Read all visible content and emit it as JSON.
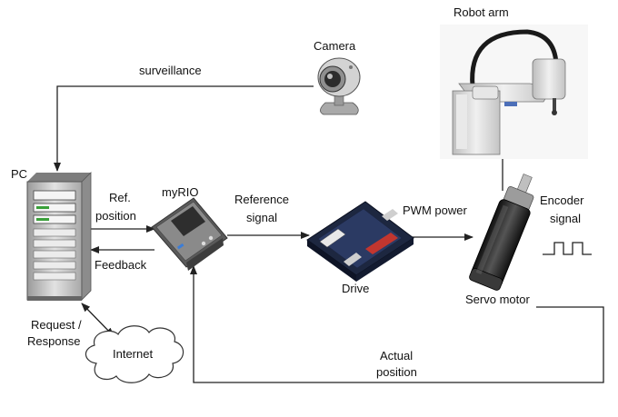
{
  "labels": {
    "robot_arm": "Robot arm",
    "camera": "Camera",
    "surveillance": "surveillance",
    "pc": "PC",
    "ref_position_1": "Ref.",
    "ref_position_2": "position",
    "myrio": "myRIO",
    "reference_signal_1": "Reference",
    "reference_signal_2": "signal",
    "pwm_power": "PWM power",
    "encoder_signal_1": "Encoder",
    "encoder_signal_2": "signal",
    "feedback": "Feedback",
    "drive": "Drive",
    "servo_motor": "Servo motor",
    "request_response_1": "Request /",
    "request_response_2": "Response",
    "internet": "Internet",
    "actual_position_1": "Actual",
    "actual_position_2": "position"
  },
  "colors": {
    "line": "#222222",
    "pc_body": "#c9c9c9",
    "myrio_body": "#6d6d6d",
    "drive_body": "#1f2a44",
    "motor_body": "#2a2a2a",
    "robot_body": "#d9d9d9",
    "camera_body": "#bdbdbd"
  },
  "icons": [
    "pc-tower-icon",
    "camera-icon",
    "robot-arm-icon",
    "myrio-device-icon",
    "drive-board-icon",
    "servo-motor-icon",
    "cloud-icon",
    "square-wave-icon"
  ]
}
